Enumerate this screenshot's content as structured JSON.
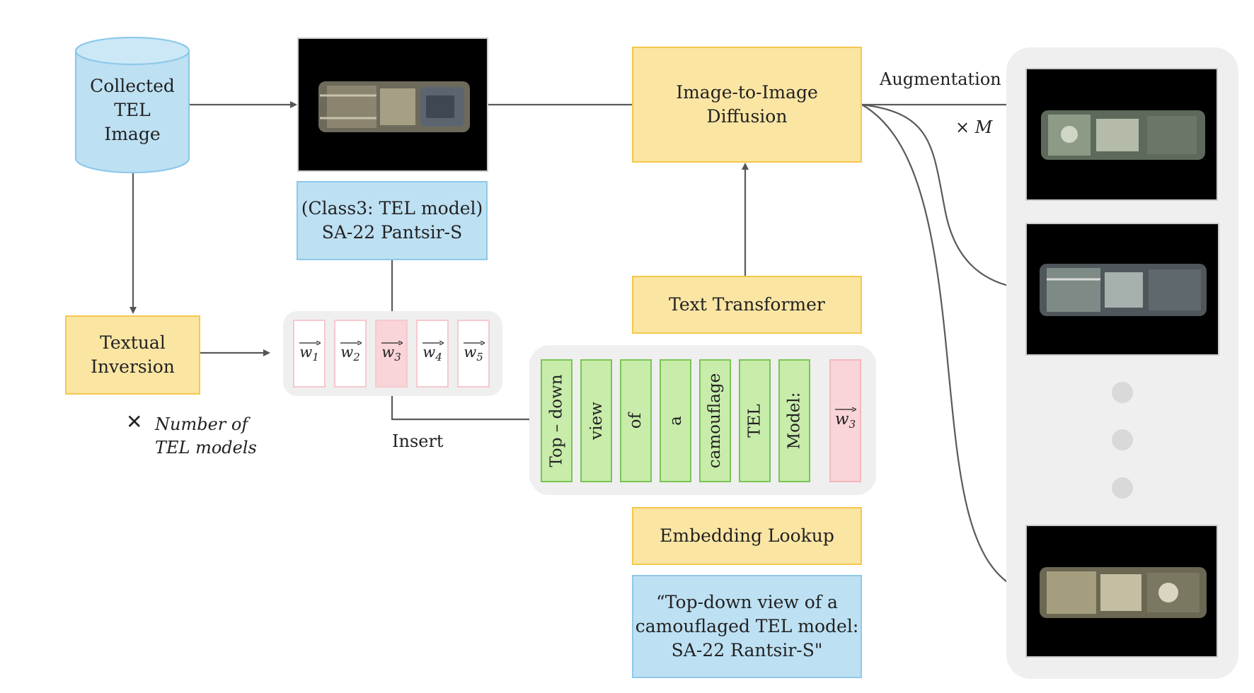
{
  "database": {
    "line1": "Collected",
    "line2": "TEL",
    "line3": "Image"
  },
  "class_label": {
    "line1": "(Class3: TEL model)",
    "line2": "SA-22 Pantsir-S"
  },
  "diffusion": {
    "line1": "Image-to-Image",
    "line2": "Diffusion"
  },
  "augmentation": {
    "label": "Augmentation",
    "multiplier": "× M"
  },
  "textual_inversion": {
    "line1": "Textual",
    "line2": "Inversion",
    "note_symbol": "✕",
    "note_line1": "Number of",
    "note_line2": "TEL models"
  },
  "embeddings": [
    {
      "sym": "w",
      "sub": "1"
    },
    {
      "sym": "w",
      "sub": "2"
    },
    {
      "sym": "w",
      "sub": "3"
    },
    {
      "sym": "w",
      "sub": "4"
    },
    {
      "sym": "w",
      "sub": "5"
    }
  ],
  "insert_label": "Insert",
  "text_transformer": "Text Transformer",
  "tokens": [
    "Top – down",
    "view",
    "of",
    "a",
    "camouflage",
    "TEL",
    "Model:"
  ],
  "token_embedding": {
    "sym": "w",
    "sub": "3"
  },
  "embedding_lookup": "Embedding Lookup",
  "prompt": {
    "line1": "“Top-down view of a",
    "line2": "camouflaged TEL model:",
    "line3": "SA-22 Rantsir-S\""
  },
  "colors": {
    "yellow_fill": "#fbe5a3",
    "blue_fill": "#bde0f3",
    "green_fill": "#c8ecaa",
    "pink_fill": "#f9d4d8",
    "panel": "#efefef"
  }
}
